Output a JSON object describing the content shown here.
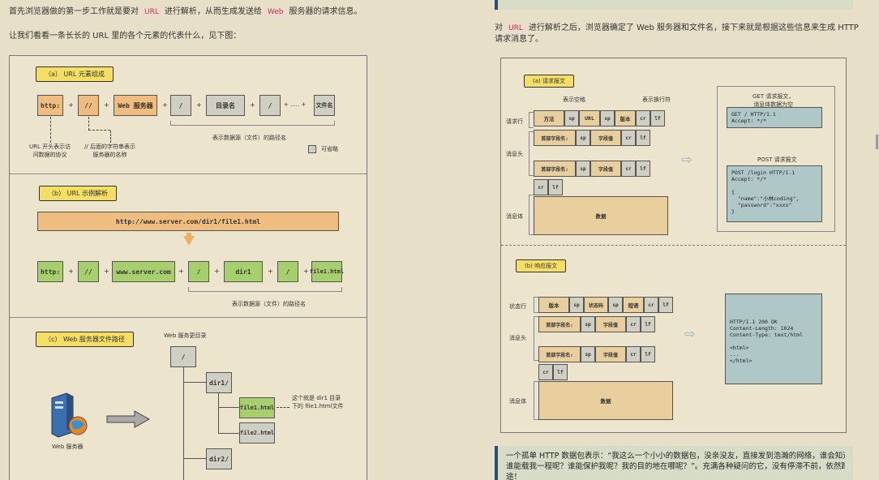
{
  "left": {
    "para1": {
      "pre": "首先浏览器做的第一步工作就是要对",
      "tag1": "URL",
      "mid": "进行解析，从而生成发送给",
      "tag2": "Web",
      "post": "服务器的请求信息。"
    },
    "para2": "让我们看看一条长长的 URL 里的各个元素的代表什么，见下图：",
    "sectA": {
      "label": "（a） URL 元素组成",
      "boxes": [
        "http:",
        "//",
        "Web 服务器",
        "/",
        "目录名",
        "/",
        "文件名"
      ],
      "plus": "+",
      "dots": "+ ..... +",
      "note1": "URL 开头表示访\n问数据的协议",
      "note2": "// 后面的字符串表示\n服务器的名称",
      "pathNote": "表示数据源（文件）的路径名",
      "legend": "可省略"
    },
    "sectB": {
      "label": "（b） URL 示例解析",
      "url": "http://www.server.com/dir1/file1.html",
      "boxes": [
        "http:",
        "//",
        "www.server.com",
        "/",
        "dir1",
        "/",
        "file1.html"
      ],
      "pathNote": "表示数据源（文件）的路径名"
    },
    "sectC": {
      "label": "（c） Web 服务器文件路径",
      "root": "Web 服务更目录",
      "rootBox": "/",
      "dir1": "dir1/",
      "file1": "file1.html",
      "file2": "file2.html",
      "dir2": "dir2/",
      "note": "这个就是 dir1 目录\n下的 file1.html文件",
      "server": "Web 服务器"
    }
  },
  "right": {
    "para1": {
      "pre": "对",
      "tag": "URL",
      "post": "进行解析之后，浏览器确定了 Web 服务器和文件名，接下来就是根据这些信息来生成 HTTP"
    },
    "para1b": "请求消息了。",
    "req": {
      "label": "(a) 请求报文",
      "spaceNote": "表示空格",
      "lineNote": "表示换行符",
      "reqLine": "请求行",
      "head": "消息头",
      "body": "消息体",
      "line": [
        "方法",
        "sp",
        "URL",
        "sp",
        "版本",
        "cr",
        "lf"
      ],
      "field": [
        "首部字段名:",
        "sp",
        "字段值",
        "cr",
        "lf"
      ],
      "crlf": [
        "cr",
        "lf"
      ],
      "data": "数据",
      "getTitle": "GET 请求报文，\n消息体数据为空",
      "getCode": "GET / HTTP/1.1\nAccept: */*",
      "postTitle": "POST 请求报文",
      "postCode": "POST /login HTTP/1.1\nAccept: */*\n\n{\n  \"name\":\"小林coding\",\n  \"password\":\"xxxx\"\n}"
    },
    "resp": {
      "label": "(b) 响应报文",
      "statusLine": "状态行",
      "head": "消息头",
      "body": "消息体",
      "line": [
        "版本",
        "sp",
        "状态码",
        "sp",
        "短语",
        "cr",
        "lf"
      ],
      "field": [
        "首部字段名:",
        "sp",
        "字段值",
        "cr",
        "lf"
      ],
      "crlf": [
        "cr",
        "lf"
      ],
      "data": "数据",
      "code": "HTTP/1.1 200 OK\nContent-Length: 1024\nContent-Type: text/html\n\n<html>\n...\n</html>"
    },
    "callout": {
      "line1": "一个孤单 HTTP 数据包表示：“我这么一个小小的数据包，没亲没友，直接发到浩瀚的网络，谁会知道我呢？",
      "line2": "谁能载我一程呢？谁能保护我呢？我的目的地在哪呢？”。充满各种疑问的它，没有停滞不前，依然踏上了征",
      "line3": "途！"
    }
  }
}
